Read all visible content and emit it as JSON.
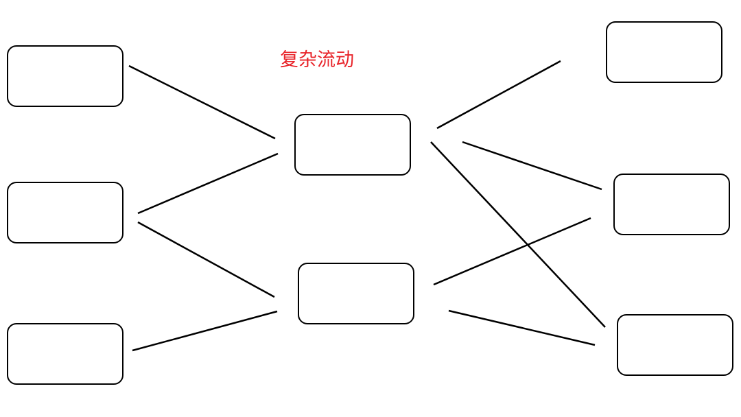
{
  "title": "复杂流动",
  "colors": {
    "title": "#e8242a",
    "stroke": "#000000",
    "background": "#ffffff"
  },
  "nodes": [
    {
      "id": "left-top"
    },
    {
      "id": "left-middle"
    },
    {
      "id": "left-bottom"
    },
    {
      "id": "center-top"
    },
    {
      "id": "center-bottom"
    },
    {
      "id": "right-top"
    },
    {
      "id": "right-middle"
    },
    {
      "id": "right-bottom"
    }
  ],
  "edges": [
    {
      "from": "left-top",
      "to": "center-top"
    },
    {
      "from": "left-middle",
      "to": "center-top"
    },
    {
      "from": "left-middle",
      "to": "center-bottom"
    },
    {
      "from": "left-bottom",
      "to": "center-bottom"
    },
    {
      "from": "center-top",
      "to": "right-top"
    },
    {
      "from": "center-top",
      "to": "right-middle"
    },
    {
      "from": "center-top",
      "to": "right-bottom"
    },
    {
      "from": "center-bottom",
      "to": "right-middle"
    },
    {
      "from": "center-bottom",
      "to": "right-bottom"
    }
  ]
}
